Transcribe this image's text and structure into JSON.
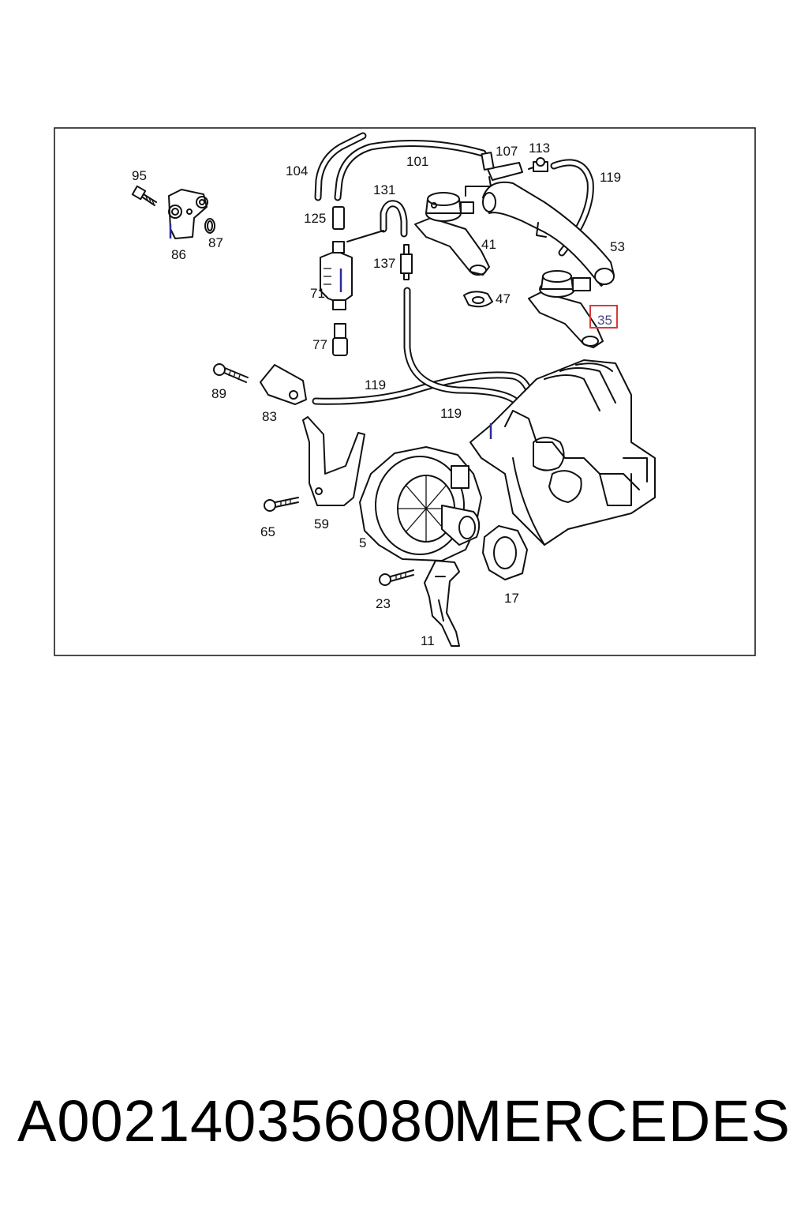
{
  "diagram": {
    "labels": {
      "l95": "95",
      "l86": "86",
      "l87": "87",
      "l104": "104",
      "l101": "101",
      "l107": "107",
      "l113": "113",
      "l119a": "119",
      "l125": "125",
      "l131": "131",
      "l41": "41",
      "l53": "53",
      "l137": "137",
      "l71": "71",
      "l47": "47",
      "l35": "35",
      "l77": "77",
      "l89": "89",
      "l83": "83",
      "l119b": "119",
      "l119c": "119",
      "l65": "65",
      "l59": "59",
      "l5": "5",
      "l23": "23",
      "l17": "17",
      "l11": "11"
    },
    "highlight_color": "#d83a3a",
    "accent_color": "#2b2b9a"
  },
  "footer": {
    "part_number": "A002140356080",
    "brand": "MERCEDES"
  }
}
